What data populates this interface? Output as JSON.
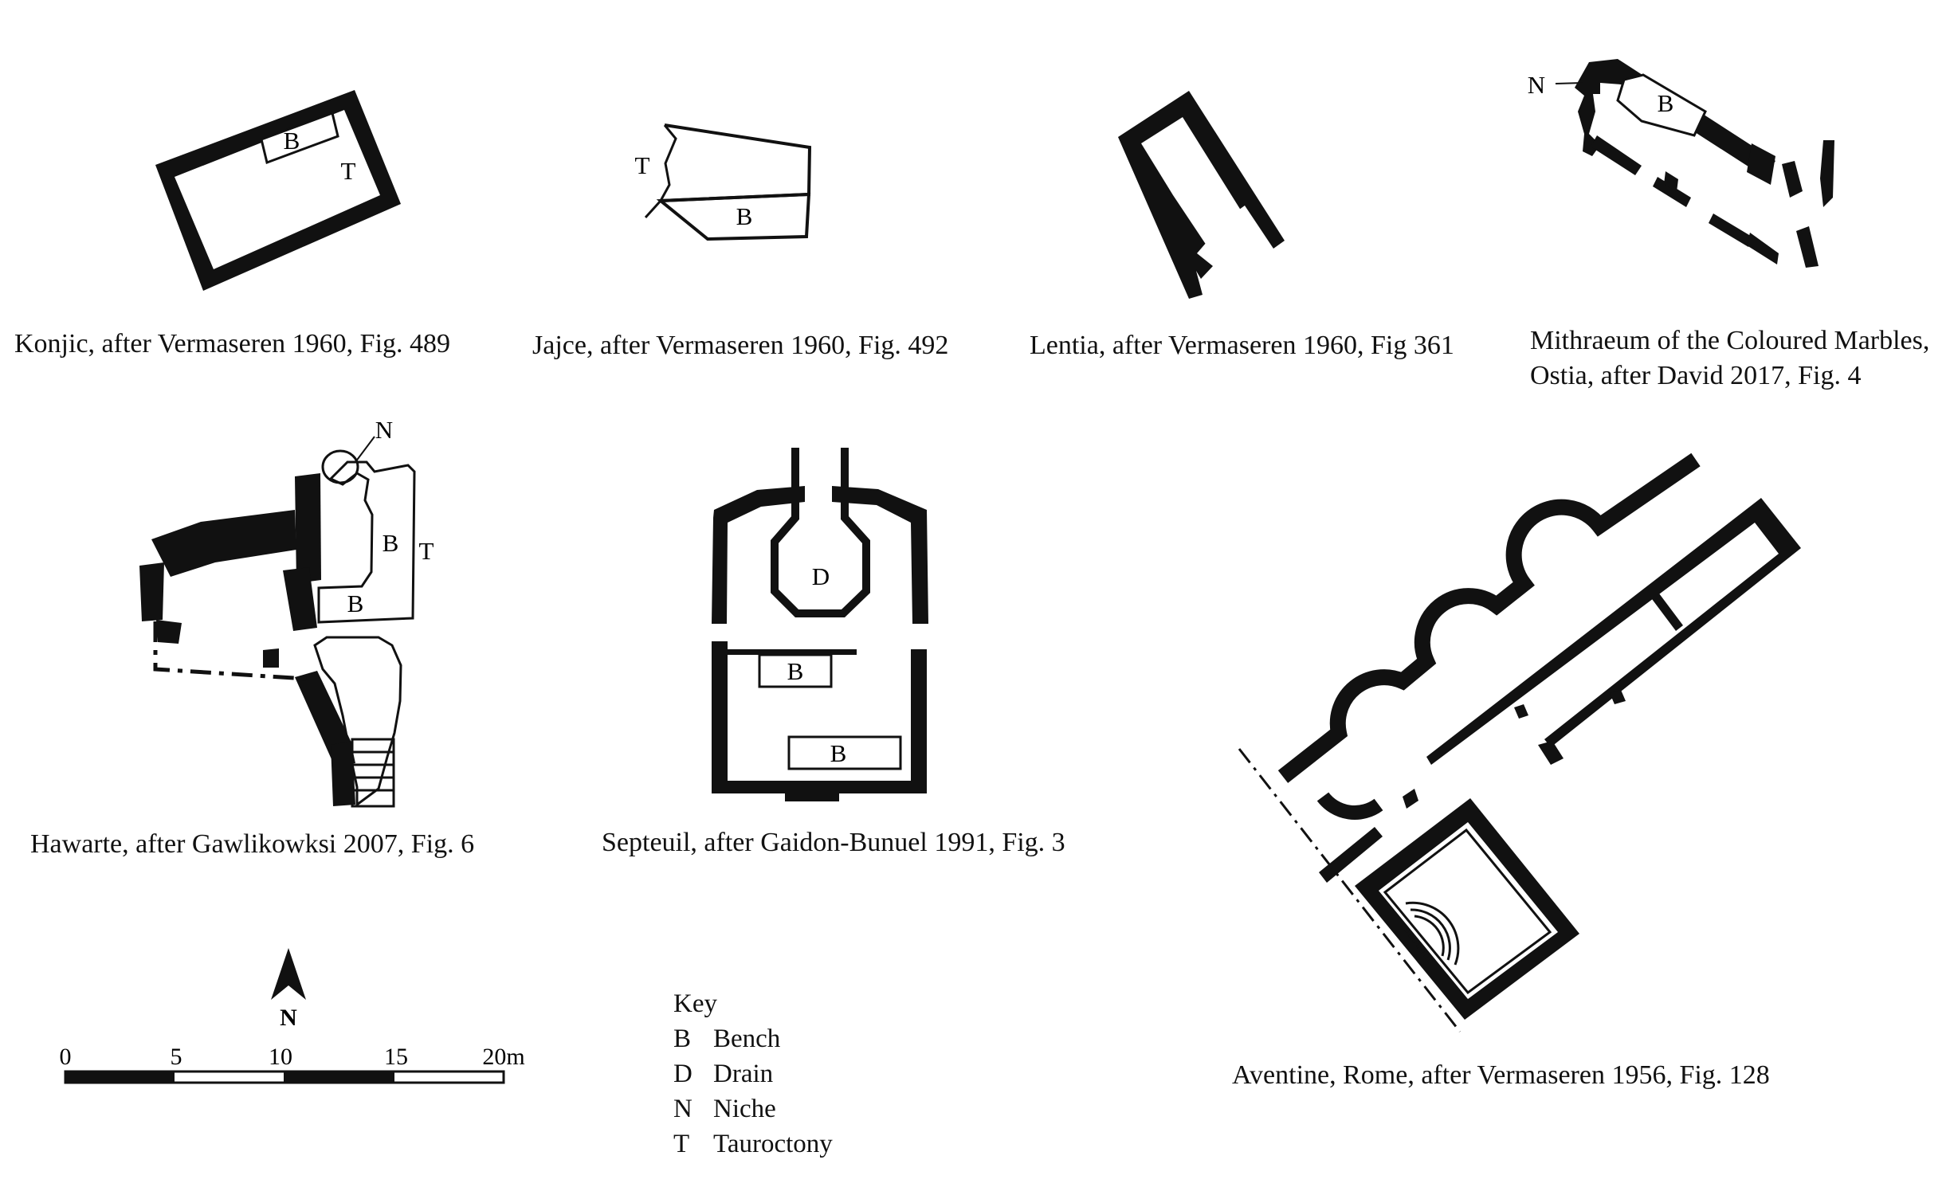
{
  "captions": {
    "konjic": "Konjic, after Vermaseren 1960, Fig. 489",
    "jajce": "Jajce, after Vermaseren 1960, Fig. 492",
    "lentia": "Lentia, after Vermaseren 1960, Fig 361",
    "ostia_line1": "Mithraeum of the Coloured Marbles,",
    "ostia_line2": "Ostia, after David 2017, Fig. 4",
    "hawarte": "Hawarte, after Gawlikowksi 2007, Fig. 6",
    "septeuil": "Septeuil, after Gaidon-Bunuel 1991, Fig. 3",
    "aventine": "Aventine, Rome, after Vermaseren 1956, Fig. 128"
  },
  "plan_labels": {
    "bench": "B",
    "drain": "D",
    "niche": "N",
    "tauroctony": "T"
  },
  "north_arrow": "N",
  "scale_bar": {
    "ticks": [
      "0",
      "5",
      "10",
      "15",
      "20m"
    ]
  },
  "key": {
    "title": "Key",
    "items": [
      {
        "letter": "B",
        "label": "Bench"
      },
      {
        "letter": "D",
        "label": "Drain"
      },
      {
        "letter": "N",
        "label": "Niche"
      },
      {
        "letter": "T",
        "label": "Tauroctony"
      }
    ]
  },
  "colors": {
    "ink": "#111111",
    "paper": "#ffffff"
  }
}
